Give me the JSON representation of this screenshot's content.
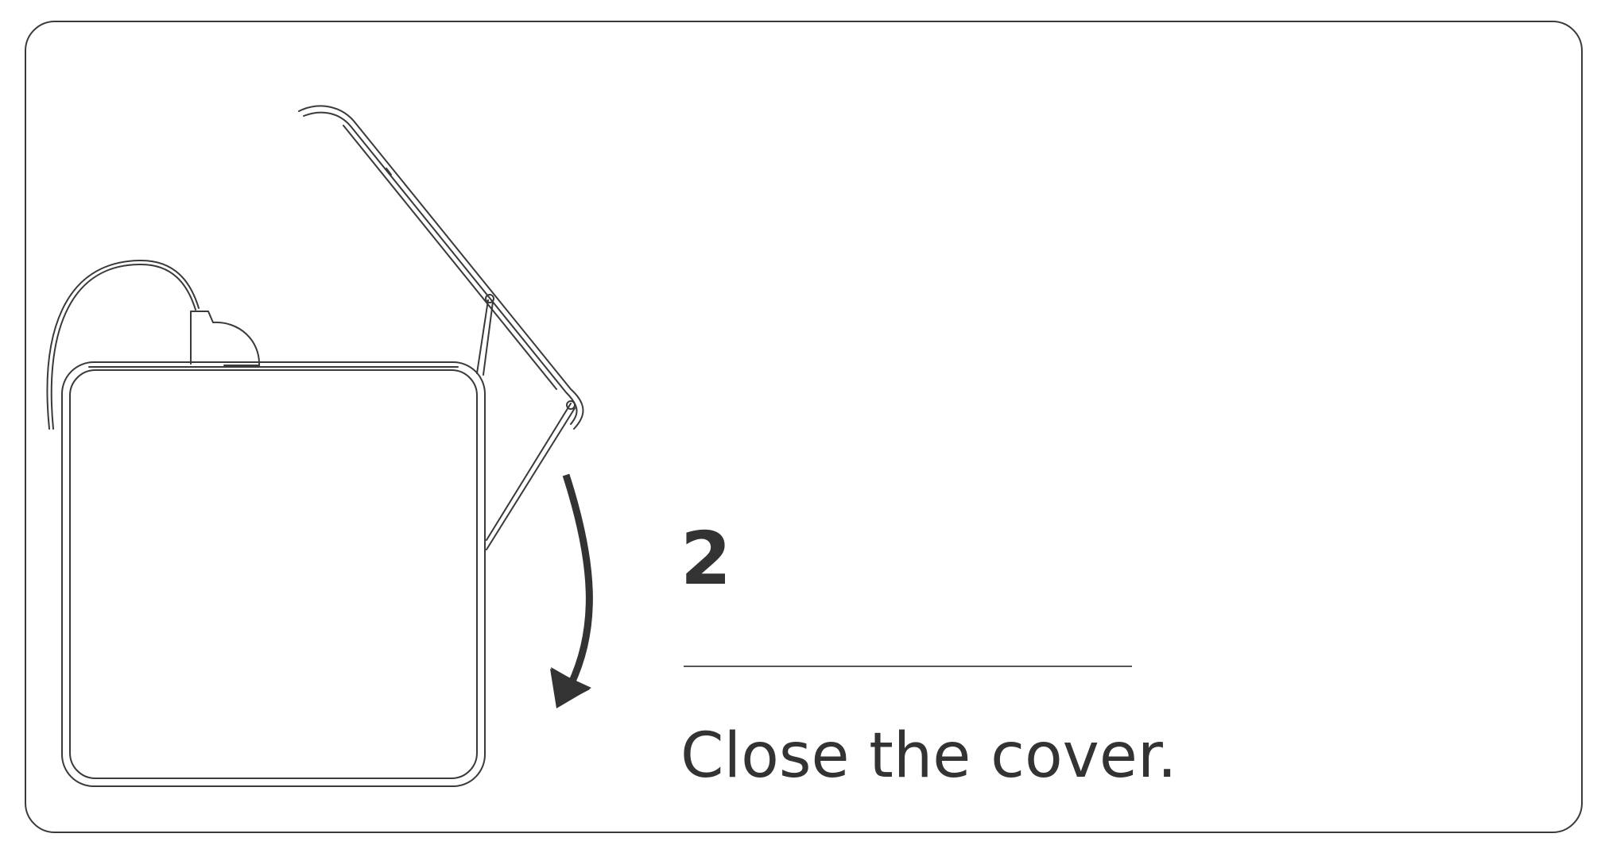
{
  "step": {
    "number": "2",
    "instruction": "Close the cover."
  },
  "colors": {
    "line": "#3a3a3a",
    "text": "#333333",
    "arrow": "#333333"
  },
  "icons": {
    "device": "device-with-open-cover-illustration",
    "arrow": "curved-down-arrow-icon"
  }
}
